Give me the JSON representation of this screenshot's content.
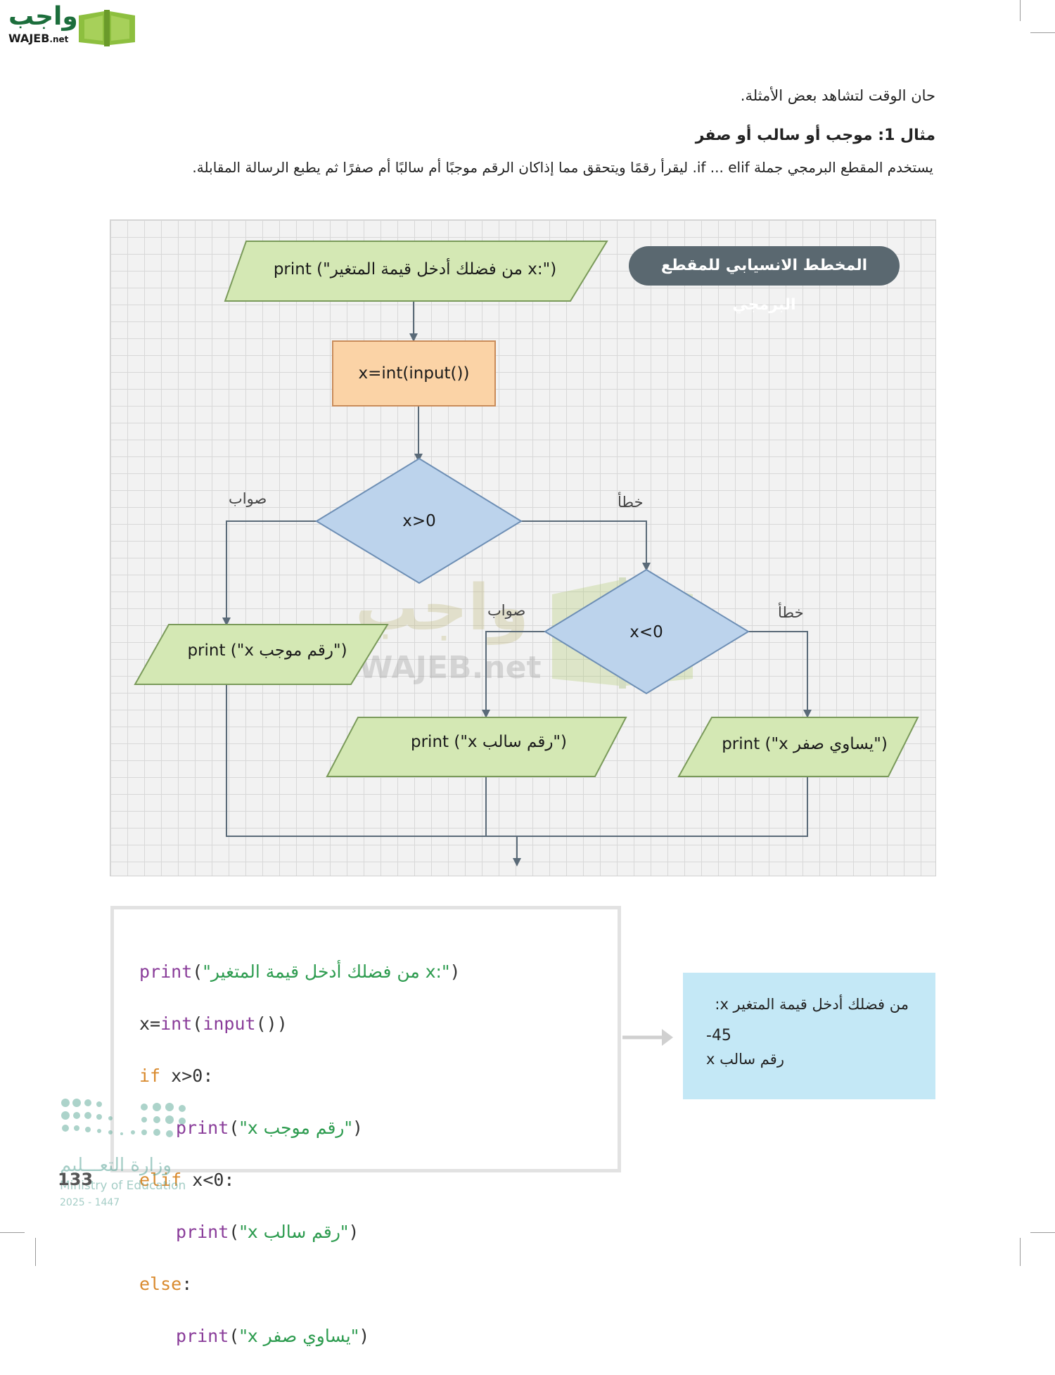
{
  "logo": {
    "arabic": "واجب",
    "latin": "WAJEB",
    "suffix": ".net"
  },
  "intro": "حان الوقت لتشاهد بعض الأمثلة.",
  "example": {
    "title": "مثال 1: موجب أو سالب أو صفر",
    "description": "يستخدم المقطع البرمجي جملة if ... elif. ليقرأ رقمًا ويتحقق مما إذاكان الرقم موجبًا أم سالبًا أم صفرًا ثم يطبع الرسالة المقابلة."
  },
  "flowchart": {
    "badge": "المخطط الانسيابي للمقطع البرمجي",
    "print_prompt": "print (\"من فضلك أدخل قيمة المتغير x:\")",
    "input": "x=int(input())",
    "cond1": "x>0",
    "cond2": "x<0",
    "true_label_1": "صواب",
    "false_label_1": "خطأ",
    "true_label_2": "صواب",
    "false_label_2": "خطأ",
    "print_positive": "print (\"x رقم موجب\")",
    "print_negative": "print (\"x رقم سالب\")",
    "print_zero": "print (\"x يساوي صفر\")"
  },
  "code": {
    "l1_fn": "print",
    "l1_open": "(",
    "l1_str": "\"من فضلك أدخل قيمة المتغير x:\"",
    "l1_close": ")",
    "l2_var": "x=",
    "l2_call": "int",
    "l2_open": "(",
    "l2_inner": "input",
    "l2_close": "())",
    "l3_kw": "if",
    "l3_cond": " x>0:",
    "l4_fn": "print",
    "l4_open": "(",
    "l4_str": "\"x رقم موجب\"",
    "l4_close": ")",
    "l5_kw": "elif",
    "l5_cond": " x<0:",
    "l6_fn": "print",
    "l6_open": "(",
    "l6_str": "\"x رقم سالب\"",
    "l6_close": ")",
    "l7_kw": "else",
    "l7_colon": ":",
    "l8_fn": "print",
    "l8_open": "(",
    "l8_str": "\"x يساوي صفر\"",
    "l8_close": ")"
  },
  "output": {
    "line1": "من فضلك أدخل قيمة المتغير x:",
    "line2": "-45",
    "line3": "x رقم سالب"
  },
  "footer": {
    "ministry_ar": "وزارة التعـــليم",
    "ministry_en": "Ministry of Education",
    "year": "2025 - 1447",
    "page_number": "133"
  },
  "watermark": {
    "arabic": "واجب",
    "latin": "WAJEB.net"
  },
  "colors": {
    "parallelogram": "#d4e8b4",
    "process": "#fbd3a6",
    "diamond": "#bcd3ec",
    "badge": "#5a6870",
    "output_bg": "#c4e8f6",
    "grid_bg": "#f2f2f2",
    "grid_line": "#d8d8d8"
  }
}
